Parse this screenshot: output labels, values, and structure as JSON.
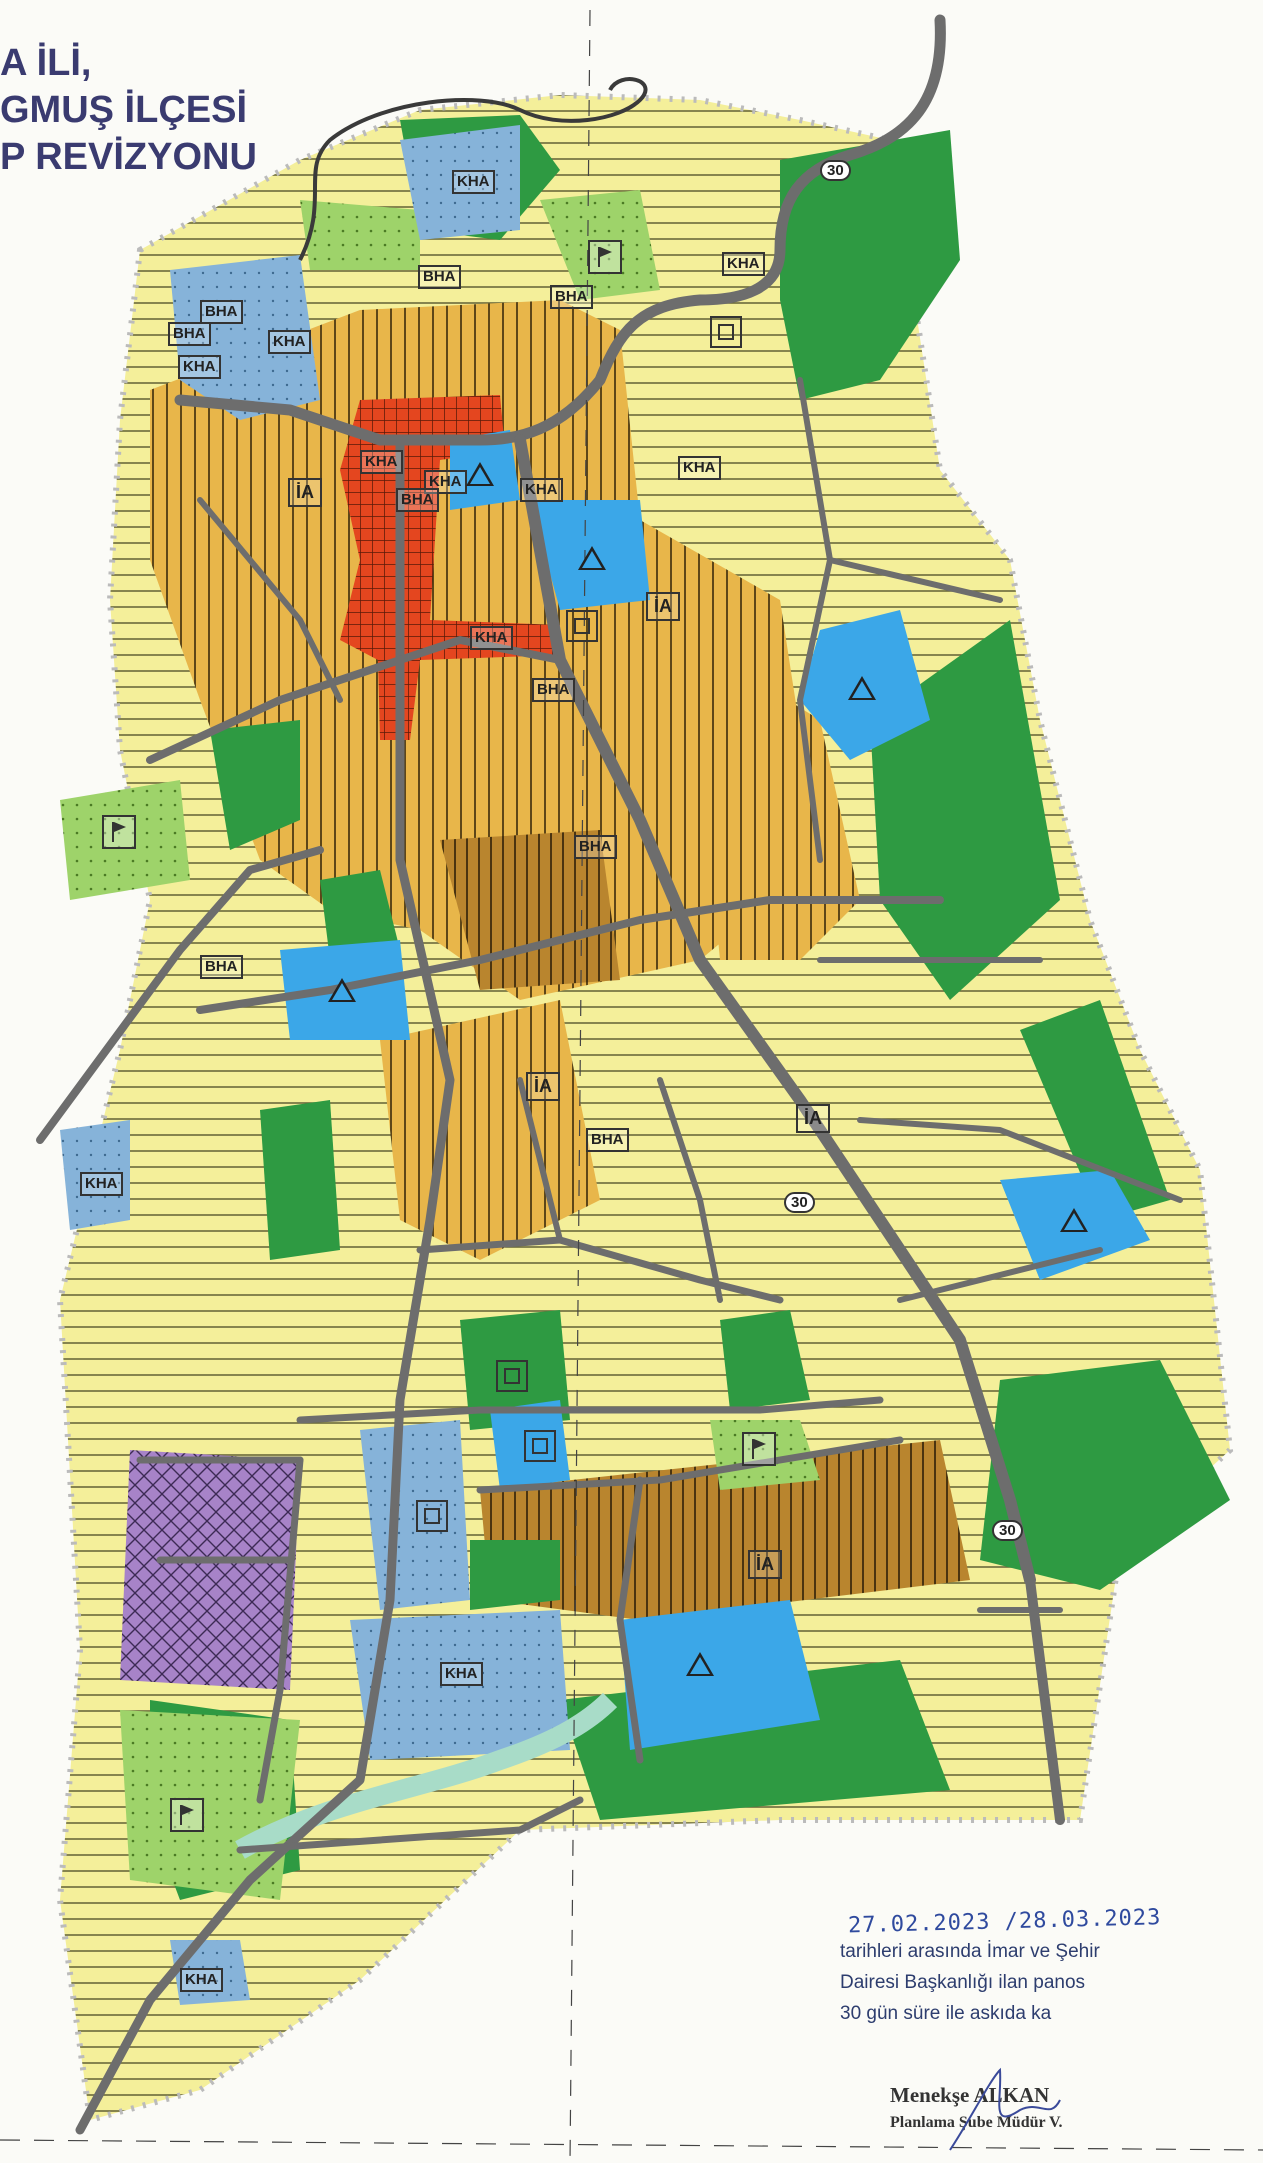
{
  "title": {
    "line1": "A İLİ,",
    "line2": "GMUŞ İLÇESİ",
    "line3": "P REVİZYONU"
  },
  "map_symbols": {
    "kha": "KHA",
    "bha": "BHA",
    "ia": "İA",
    "road_30": "30"
  },
  "stamp": {
    "dates": "27.02.2023 /28.03.2023",
    "line1": "tarihleri arasında  İmar ve Şehir",
    "line2": "Dairesi Başkanlığı ilan panos",
    "line3": "30 gün süre ile askıda ka"
  },
  "signature": {
    "name": "Menekşe ALKAN",
    "role": "Planlama Şube Müdür V."
  },
  "colors": {
    "residential_yellow": "#f4ef9a",
    "dense_orange": "#e8b64a",
    "brown": "#b9852e",
    "park_green": "#2e9a42",
    "light_green": "#9ed36a",
    "education_blue": "#3ba7e8",
    "service_blue": "#86b3d9",
    "industrial_purple": "#a783c8",
    "center_red": "#e4461f",
    "road_gray": "#6d6d6d"
  }
}
